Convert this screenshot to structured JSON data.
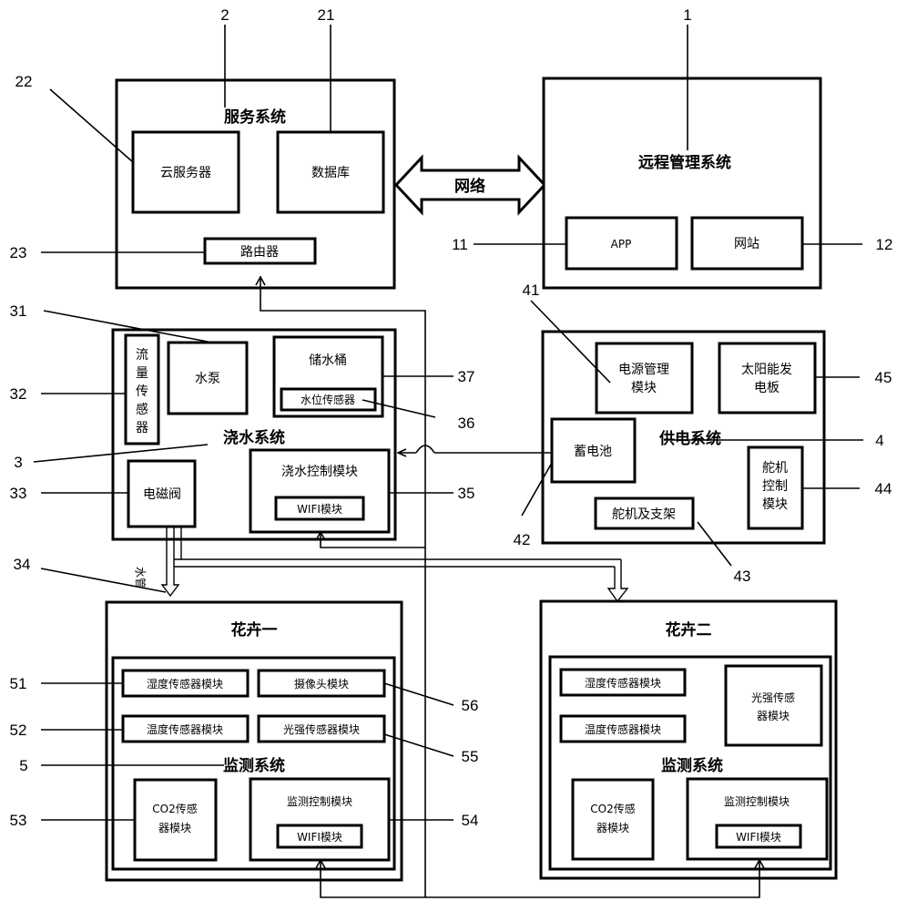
{
  "service_system": {
    "title": "服务系统",
    "cloud_server": "云服务器",
    "database": "数据库",
    "router": "路由器"
  },
  "network_label": "网络",
  "remote_system": {
    "title": "远程管理系统",
    "app": "APP",
    "website": "网站"
  },
  "watering_system": {
    "title": "浇水系统",
    "flow_sensor": [
      "流",
      "量",
      "传",
      "感",
      "器"
    ],
    "pump": "水泵",
    "tank": "储水桶",
    "level_sensor": "水位传感器",
    "valve": "电磁阀",
    "control_module": "浇水控制模块",
    "wifi": "WIFI模块"
  },
  "water_pipe_label": "水管",
  "power_system": {
    "title": "供电系统",
    "power_mgmt": [
      "电源管理",
      "模块"
    ],
    "solar": [
      "太阳能发",
      "电板"
    ],
    "battery": "蓄电池",
    "servo_bracket": "舵机及支架",
    "servo_control": [
      "舵机",
      "控制",
      "模块"
    ]
  },
  "flowerpot_one": {
    "title": "花卉一",
    "humidity": "湿度传感器模块",
    "camera": "摄像头模块",
    "temperature": "温度传感器模块",
    "light": "光强传感器模块",
    "monitor_title": "监测系统",
    "co2": [
      "CO2传感",
      "器模块"
    ],
    "control": "监测控制模块",
    "wifi": "WIFI模块"
  },
  "flowerpot_two": {
    "title": "花卉二",
    "humidity": "湿度传感器模块",
    "temperature": "温度传感器模块",
    "light": [
      "光强传感",
      "器模块"
    ],
    "monitor_title": "监测系统",
    "co2": [
      "CO2传感",
      "器模块"
    ],
    "control": "监测控制模块",
    "wifi": "WIFI模块"
  },
  "refs": {
    "r1": "1",
    "r2": "2",
    "r21": "21",
    "r22": "22",
    "r23": "23",
    "r11": "11",
    "r12": "12",
    "r31": "31",
    "r32": "32",
    "r3": "3",
    "r33": "33",
    "r34": "34",
    "r35": "35",
    "r36": "36",
    "r37": "37",
    "r41": "41",
    "r42": "42",
    "r43": "43",
    "r44": "44",
    "r45": "45",
    "r4": "4",
    "r5": "5",
    "r51": "51",
    "r52": "52",
    "r53": "53",
    "r54": "54",
    "r55": "55",
    "r56": "56"
  }
}
